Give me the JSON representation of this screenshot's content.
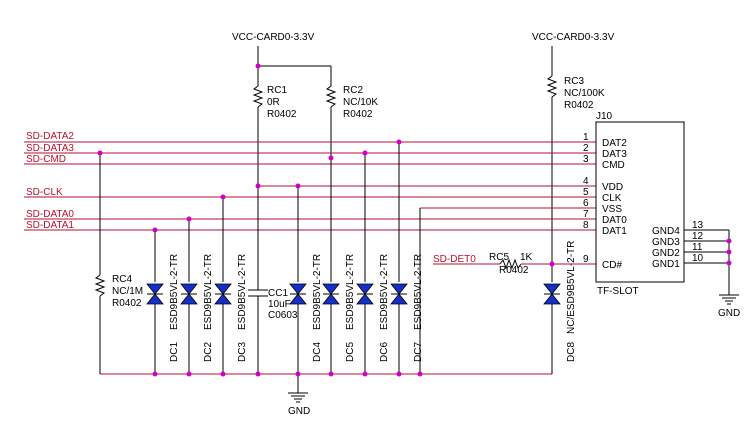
{
  "power": {
    "vcc_left": "VCC-CARD0-3.3V",
    "vcc_right": "VCC-CARD0-3.3V",
    "gnd_bottom": "GND",
    "gnd_right": "GND"
  },
  "nets": [
    "SD-DATA2",
    "SD-DATA3",
    "SD-CMD",
    "SD-CLK",
    "SD-DATA0",
    "SD-DATA1"
  ],
  "det_net": "SD-DET0",
  "resistors": {
    "rc1": {
      "ref": "RC1",
      "val": "0R",
      "pkg": "R0402"
    },
    "rc2": {
      "ref": "RC2",
      "val": "NC/10K",
      "pkg": "R0402"
    },
    "rc3": {
      "ref": "RC3",
      "val": "NC/100K",
      "pkg": "R0402"
    },
    "rc4": {
      "ref": "RC4",
      "val": "NC/1M",
      "pkg": "R0402"
    },
    "rc5": {
      "ref": "RC5",
      "val": "1K",
      "pkg": "R0402"
    }
  },
  "capacitor": {
    "ref": "CC1",
    "val": "10uF",
    "pkg": "C0603"
  },
  "diodes": [
    {
      "ref": "DC1",
      "part": "ESD9B5VL-2-TR"
    },
    {
      "ref": "DC2",
      "part": "ESD9B5VL-2-TR"
    },
    {
      "ref": "DC3",
      "part": "ESD9B5VL-2-TR"
    },
    {
      "ref": "DC4",
      "part": "ESD9B5VL-2-TR"
    },
    {
      "ref": "DC5",
      "part": "ESD9B5VL-2-TR"
    },
    {
      "ref": "DC6",
      "part": "ESD9B5VL-2-TR"
    },
    {
      "ref": "DC7",
      "part": "ESD9B5VL-2-TR"
    },
    {
      "ref": "DC8",
      "part": "NC/ESD9B5VL-2-TR"
    }
  ],
  "connector": {
    "ref": "J10",
    "name": "TF-SLOT",
    "pins": [
      {
        "num": "1",
        "name": "DAT2"
      },
      {
        "num": "2",
        "name": "DAT3"
      },
      {
        "num": "3",
        "name": "CMD"
      },
      {
        "num": "4",
        "name": "VDD"
      },
      {
        "num": "5",
        "name": "CLK"
      },
      {
        "num": "6",
        "name": "VSS"
      },
      {
        "num": "7",
        "name": "DAT0"
      },
      {
        "num": "8",
        "name": "DAT1"
      },
      {
        "num": "9",
        "name": "CD#"
      }
    ],
    "gnd_pins": [
      {
        "num": "13",
        "name": "GND4"
      },
      {
        "num": "12",
        "name": "GND3"
      },
      {
        "num": "11",
        "name": "GND2"
      },
      {
        "num": "10",
        "name": "GND1"
      }
    ]
  },
  "colors": {
    "signal": "#b01030",
    "wire": "#000000",
    "junction": "#d000c8",
    "diode": "#1530c8"
  }
}
